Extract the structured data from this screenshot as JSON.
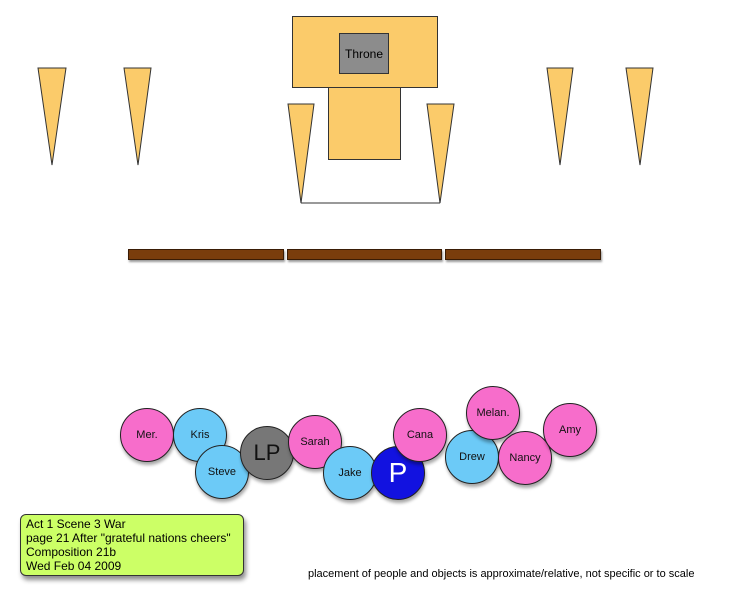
{
  "stage": {
    "throne_label": "Throne"
  },
  "people": [
    {
      "name": "Mer.",
      "color": "pink"
    },
    {
      "name": "Kris",
      "color": "blue"
    },
    {
      "name": "Steve",
      "color": "blue"
    },
    {
      "name": "LP",
      "color": "gray"
    },
    {
      "name": "Sarah",
      "color": "pink"
    },
    {
      "name": "Jake",
      "color": "blue"
    },
    {
      "name": "P",
      "color": "dark"
    },
    {
      "name": "Cana",
      "color": "pink"
    },
    {
      "name": "Drew",
      "color": "blue"
    },
    {
      "name": "Melan.",
      "color": "pink"
    },
    {
      "name": "Nancy",
      "color": "pink"
    },
    {
      "name": "Amy",
      "color": "pink"
    }
  ],
  "note": {
    "lines": [
      "Act 1 Scene 3 War",
      "page 21 After \"grateful nations cheers\"",
      "Composition 21b",
      "Wed Feb 04 2009"
    ]
  },
  "footer": "placement of people and objects is approximate/relative, not specific or to scale",
  "colors": {
    "pink": "#f76dcb",
    "blue": "#6ccaf7",
    "gray": "#777777",
    "dark": "#1212e0",
    "set": "#fbcb6a",
    "bench": "#7a3d0c",
    "note": "#ccff66"
  }
}
